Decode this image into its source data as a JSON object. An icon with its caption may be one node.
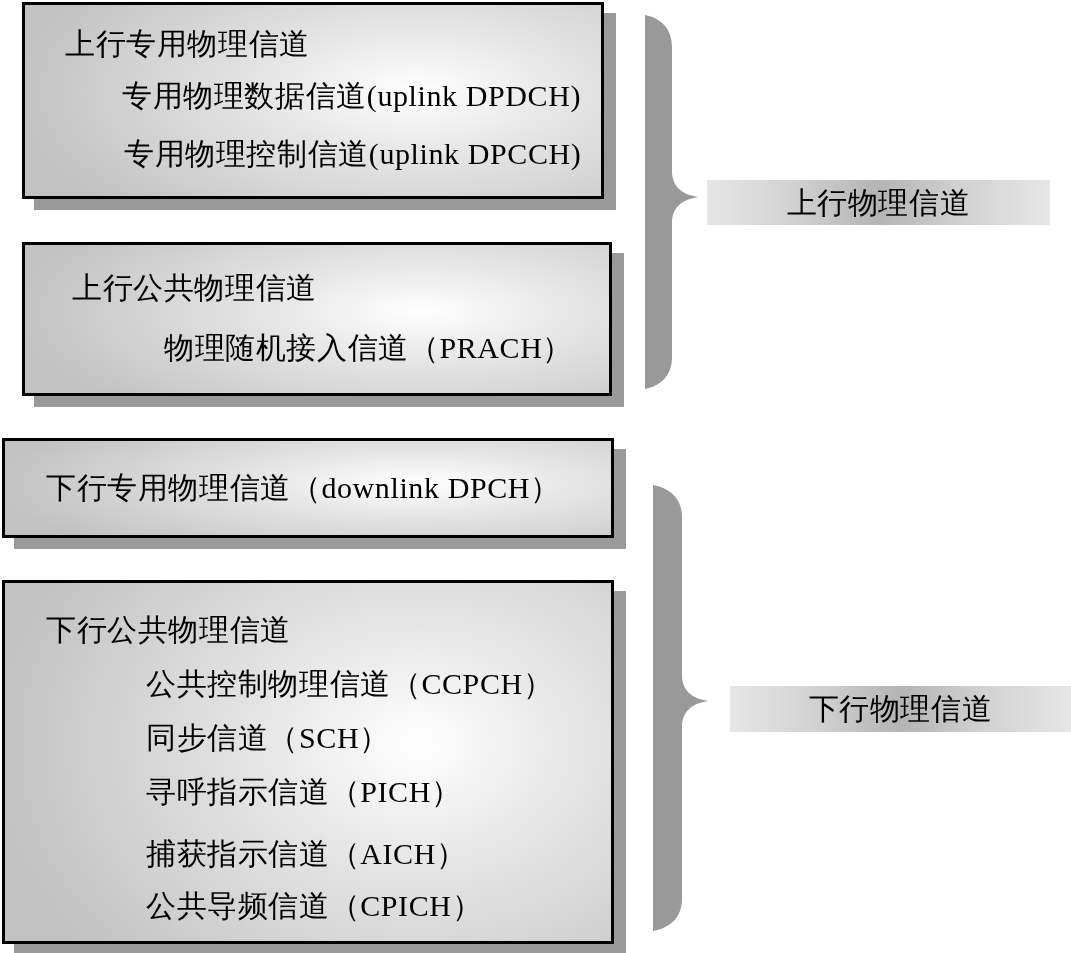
{
  "diagram": {
    "nodes": [
      {
        "text": [
          "上行专用物理信道",
          "专用物理数据信道(uplink DPDCH)",
          "专用物理控制信道(uplink DPCCH)"
        ]
      },
      {
        "text": [
          "上行公共物理信道",
          "物理随机接入信道（PRACH）"
        ]
      },
      {
        "text": [],
        "shape": "brace"
      },
      {
        "text": [
          "上行物理信道"
        ]
      },
      {
        "text": [
          "下行专用物理信道（downlink DPCH）"
        ]
      },
      {
        "text": [
          "下行公共物理信道",
          "公共控制物理信道（CCPCH）",
          "同步信道（SCH）",
          "寻呼指示信道（PICH）",
          "捕获指示信道（AICH）",
          "公共导频信道（CPICH）"
        ]
      },
      {
        "text": [],
        "shape": "brace"
      },
      {
        "text": [
          "下行物理信道"
        ]
      }
    ]
  }
}
